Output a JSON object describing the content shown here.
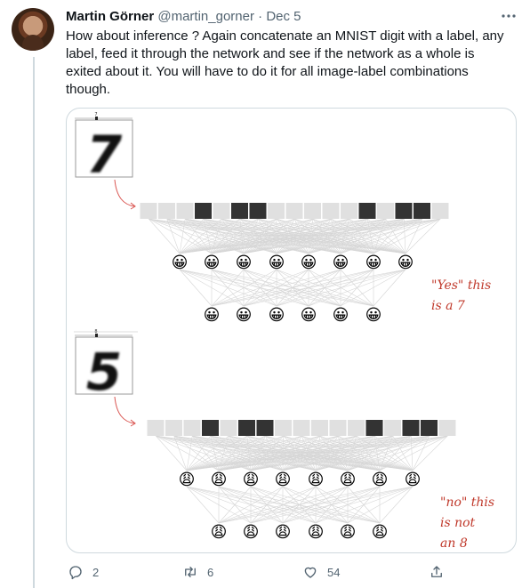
{
  "tweet": {
    "author_name": "Martin Görner",
    "author_handle": "@martin_gorner",
    "separator": "·",
    "date": "Dec 5",
    "text": "How about inference ? Again concatenate an MNIST digit with a label, any label, feed it through the network and see if the network as a whole is exited about it. You will have to do it for all image-label combinations though."
  },
  "media": {
    "panel_top": {
      "digit": "7",
      "label_tick": "7",
      "reaction_emoji": "😀",
      "annotation_lines": [
        "\"Yes\" this",
        "is a 7"
      ]
    },
    "panel_bottom": {
      "digit": "5",
      "label_tick": "8",
      "reaction_emoji": "😩",
      "annotation_lines": [
        "\"no\" this",
        "is not",
        "an 8"
      ]
    },
    "input_pattern": [
      0,
      0,
      0,
      1,
      0,
      1,
      1,
      0,
      0,
      0,
      0,
      0,
      1,
      0,
      1,
      1,
      0
    ],
    "colors": {
      "cell_light": "#e0e0e0",
      "cell_dark": "#333333",
      "arrow": "#d9534f",
      "annotation": "#c0392b",
      "edge": "#d6d6d6"
    }
  },
  "actions": {
    "reply_count": "2",
    "retweet_count": "6",
    "like_count": "54"
  },
  "icons": {
    "more": "more-icon",
    "reply": "reply-icon",
    "retweet": "retweet-icon",
    "like": "like-icon",
    "share": "share-icon"
  }
}
